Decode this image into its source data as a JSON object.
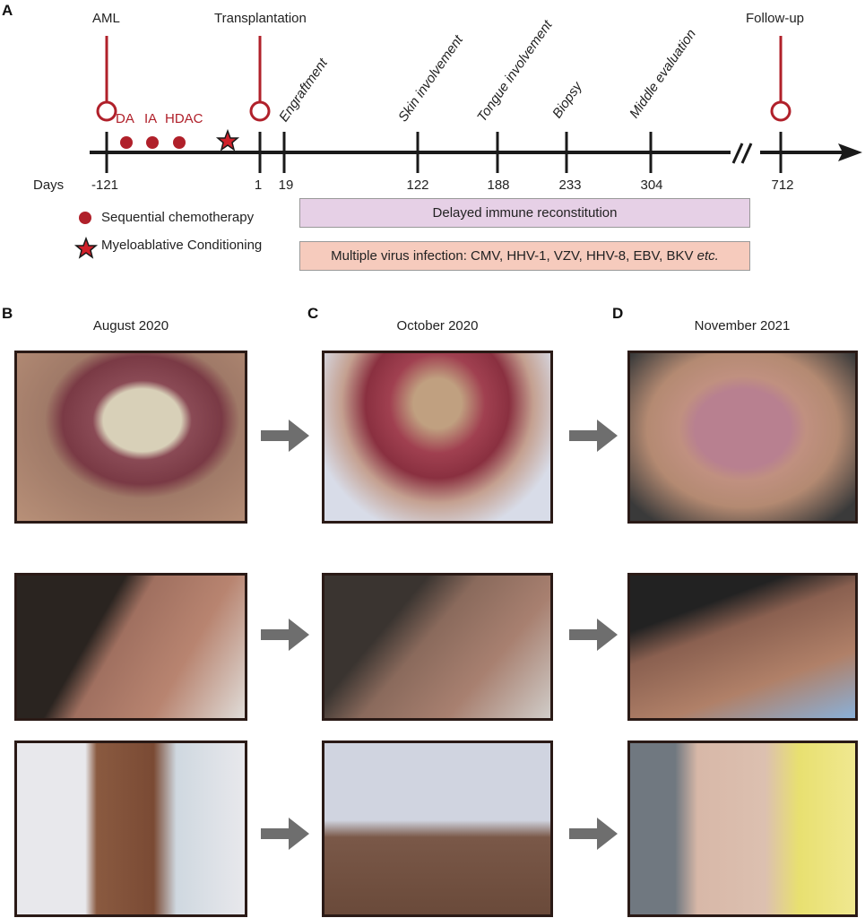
{
  "panel_a": {
    "letter": "A",
    "milestones": [
      {
        "label": "AML",
        "day": "-121"
      },
      {
        "label": "Transplantation",
        "day": "1"
      },
      {
        "label": "Follow-up",
        "day": "712"
      }
    ],
    "events": [
      {
        "label": "Engraftment",
        "day": "19"
      },
      {
        "label": "Skin involvement",
        "day": "122"
      },
      {
        "label": "Tongue involvement",
        "day": "188"
      },
      {
        "label": "Biopsy",
        "day": "233"
      },
      {
        "label": "Middle  evaluation",
        "day": "304"
      }
    ],
    "chemo_labels": [
      "DA",
      "IA",
      "HDAC"
    ],
    "days_label": "Days",
    "legend": {
      "chemo": "Sequential chemotherapy",
      "conditioning": "Myeloablative Conditioning"
    },
    "bars": {
      "immune": "Delayed immune reconstitution",
      "virus": "Multiple virus infection: CMV, HHV-1, VZV, HHV-8, EBV, BKV",
      "virus_etc": "etc."
    },
    "colors": {
      "accent": "#b0202a",
      "immune_bar": "#e6d0e6",
      "virus_bar": "#f6cbbd"
    }
  },
  "panels": [
    {
      "letter": "B",
      "title": "August 2020"
    },
    {
      "letter": "C",
      "title": "October 2020"
    },
    {
      "letter": "D",
      "title": "November 2021"
    }
  ]
}
